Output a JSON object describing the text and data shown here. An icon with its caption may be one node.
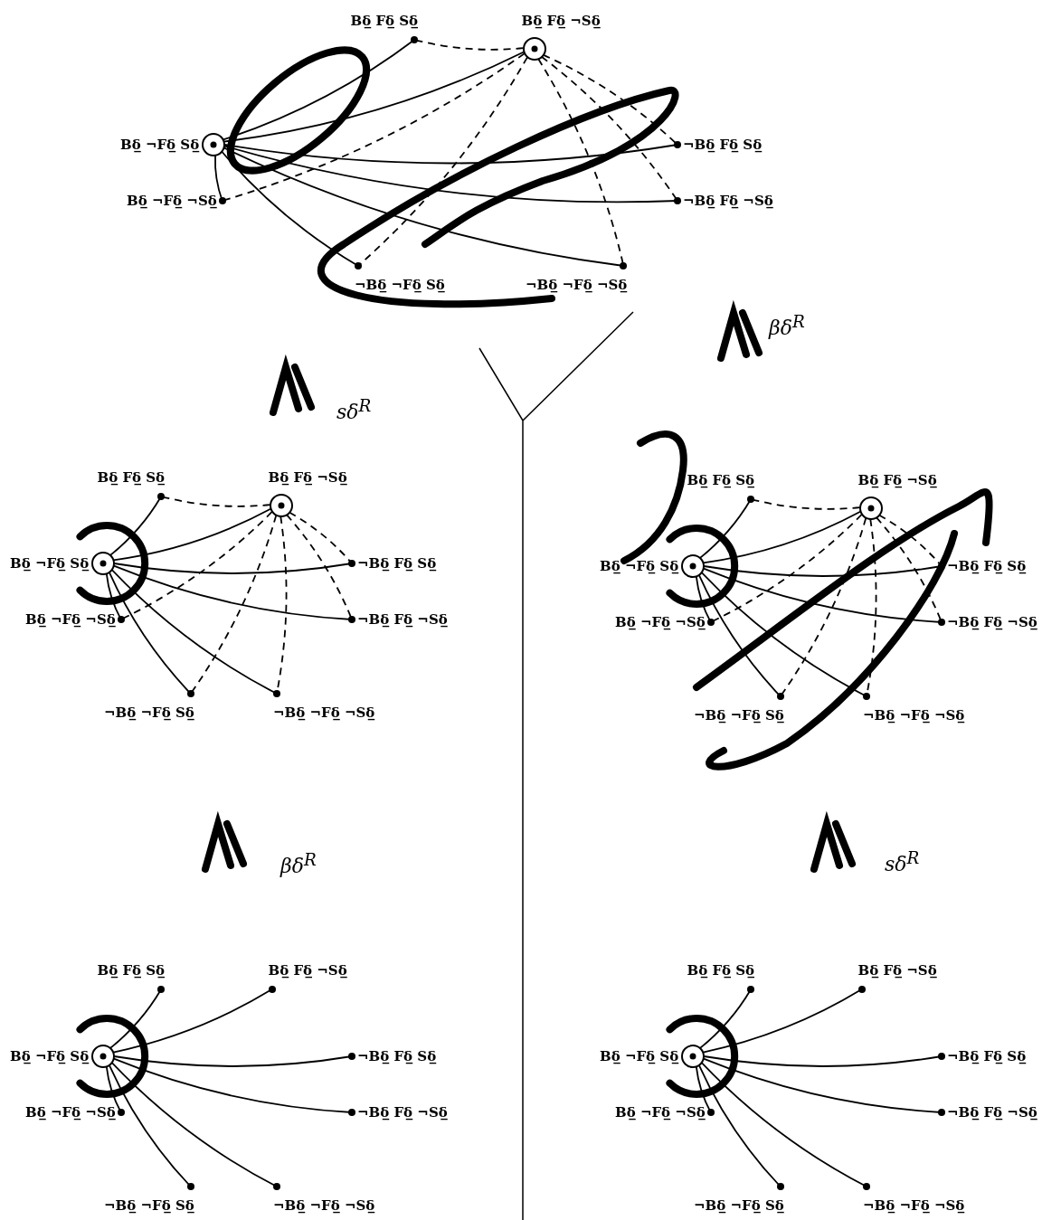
{
  "diagram": {
    "nodes": [
      {
        "text": [
          "Bδ̲ Fδ̲ Sδ̲"
        ]
      },
      {
        "text": [
          "Bδ̲ Fδ̲ ¬Sδ̲"
        ]
      },
      {
        "text": [
          "Bδ̲ ¬Fδ̲ Sδ̲"
        ]
      },
      {
        "text": [
          "¬Bδ̲ Fδ̲ Sδ̲"
        ]
      },
      {
        "text": [
          "Bδ̲ ¬Fδ̲ ¬Sδ̲"
        ]
      },
      {
        "text": [
          "¬Bδ̲ Fδ̲ ¬Sδ̲"
        ]
      },
      {
        "text": [
          "¬Bδ̲ ¬Fδ̲ Sδ̲"
        ]
      },
      {
        "text": [
          "¬Bδ̲ ¬Fδ̲ ¬Sδ̲"
        ]
      },
      {
        "text": [
          "Bδ̲ Fδ̲ Sδ̲"
        ]
      },
      {
        "text": [
          "Bδ̲ Fδ̲ ¬Sδ̲"
        ]
      },
      {
        "text": [
          "Bδ̲ ¬Fδ̲ Sδ̲"
        ]
      },
      {
        "text": [
          "¬Bδ̲ Fδ̲ Sδ̲"
        ]
      },
      {
        "text": [
          "Bδ̲ ¬Fδ̲ ¬Sδ̲"
        ]
      },
      {
        "text": [
          "¬Bδ̲ Fδ̲ ¬Sδ̲"
        ]
      },
      {
        "text": [
          "¬Bδ̲ ¬Fδ̲ Sδ̲"
        ]
      },
      {
        "text": [
          "¬Bδ̲ ¬Fδ̲ ¬Sδ̲"
        ]
      },
      {
        "text": [
          "Bδ̲ Fδ̲ Sδ̲"
        ]
      },
      {
        "text": [
          "Bδ̲ Fδ̲ ¬Sδ̲"
        ]
      },
      {
        "text": [
          "Bδ̲ ¬Fδ̲ Sδ̲"
        ]
      },
      {
        "text": [
          "¬Bδ̲ Fδ̲ Sδ̲"
        ]
      },
      {
        "text": [
          "Bδ̲ ¬Fδ̲ ¬Sδ̲"
        ]
      },
      {
        "text": [
          "¬Bδ̲ Fδ̲ ¬Sδ̲"
        ]
      },
      {
        "text": [
          "¬Bδ̲ ¬Fδ̲ Sδ̲"
        ]
      },
      {
        "text": [
          "¬Bδ̲ ¬Fδ̲ ¬Sδ̲"
        ]
      },
      {
        "text": [
          "Bδ̲ Fδ̲ Sδ̲"
        ]
      },
      {
        "text": [
          "Bδ̲ Fδ̲ ¬Sδ̲"
        ]
      },
      {
        "text": [
          "Bδ̲ ¬Fδ̲ Sδ̲"
        ]
      },
      {
        "text": [
          "¬Bδ̲ Fδ̲ Sδ̲"
        ]
      },
      {
        "text": [
          "Bδ̲ ¬Fδ̲ ¬Sδ̲"
        ]
      },
      {
        "text": [
          "¬Bδ̲ Fδ̲ ¬Sδ̲"
        ]
      },
      {
        "text": [
          "¬Bδ̲ ¬Fδ̲ Sδ̲"
        ]
      },
      {
        "text": [
          "¬Bδ̲ ¬Fδ̲ ¬Sδ̲"
        ]
      },
      {
        "text": [
          "Bδ̲ Fδ̲ Sδ̲"
        ]
      },
      {
        "text": [
          "Bδ̲ Fδ̲ ¬Sδ̲"
        ]
      },
      {
        "text": [
          "Bδ̲ ¬Fδ̲ Sδ̲"
        ]
      },
      {
        "text": [
          "¬Bδ̲ Fδ̲ Sδ̲"
        ]
      },
      {
        "text": [
          "Bδ̲ ¬Fδ̲ ¬Sδ̲"
        ]
      },
      {
        "text": [
          "¬Bδ̲ Fδ̲ ¬Sδ̲"
        ]
      },
      {
        "text": [
          "¬Bδ̲ ¬Fδ̲ Sδ̲"
        ]
      },
      {
        "text": [
          "¬Bδ̲ ¬Fδ̲ ¬Sδ̲"
        ]
      }
    ],
    "edges": [
      {
        "from": 2,
        "to": 0,
        "arrow": "none"
      },
      {
        "from": 2,
        "to": 1,
        "arrow": "none"
      },
      {
        "from": 2,
        "to": 3,
        "arrow": "none"
      },
      {
        "from": 2,
        "to": 4,
        "arrow": "none"
      },
      {
        "from": 2,
        "to": 5,
        "arrow": "none"
      },
      {
        "from": 2,
        "to": 6,
        "arrow": "none"
      },
      {
        "from": 2,
        "to": 7,
        "arrow": "none"
      },
      {
        "from": 1,
        "to": 0,
        "arrow": "none",
        "style": "dashed"
      },
      {
        "from": 1,
        "to": 3,
        "arrow": "none",
        "style": "dashed"
      },
      {
        "from": 1,
        "to": 4,
        "arrow": "none",
        "style": "dashed"
      },
      {
        "from": 1,
        "to": 5,
        "arrow": "none",
        "style": "dashed"
      },
      {
        "from": 1,
        "to": 6,
        "arrow": "none",
        "style": "dashed"
      },
      {
        "from": 1,
        "to": 7,
        "arrow": "none",
        "style": "dashed"
      },
      {
        "from": 10,
        "to": 8,
        "arrow": "none"
      },
      {
        "from": 10,
        "to": 9,
        "arrow": "none"
      },
      {
        "from": 10,
        "to": 11,
        "arrow": "none"
      },
      {
        "from": 10,
        "to": 12,
        "arrow": "none"
      },
      {
        "from": 10,
        "to": 13,
        "arrow": "none"
      },
      {
        "from": 10,
        "to": 14,
        "arrow": "none"
      },
      {
        "from": 10,
        "to": 15,
        "arrow": "none"
      },
      {
        "from": 9,
        "to": 8,
        "arrow": "none",
        "style": "dashed"
      },
      {
        "from": 9,
        "to": 11,
        "arrow": "none",
        "style": "dashed"
      },
      {
        "from": 9,
        "to": 12,
        "arrow": "none",
        "style": "dashed"
      },
      {
        "from": 9,
        "to": 13,
        "arrow": "none",
        "style": "dashed"
      },
      {
        "from": 9,
        "to": 14,
        "arrow": "none",
        "style": "dashed"
      },
      {
        "from": 9,
        "to": 15,
        "arrow": "none",
        "style": "dashed"
      },
      {
        "from": 18,
        "to": 16,
        "arrow": "none"
      },
      {
        "from": 18,
        "to": 17,
        "arrow": "none"
      },
      {
        "from": 18,
        "to": 19,
        "arrow": "none"
      },
      {
        "from": 18,
        "to": 20,
        "arrow": "none"
      },
      {
        "from": 18,
        "to": 21,
        "arrow": "none"
      },
      {
        "from": 18,
        "to": 22,
        "arrow": "none"
      },
      {
        "from": 18,
        "to": 23,
        "arrow": "none"
      },
      {
        "from": 17,
        "to": 16,
        "arrow": "none",
        "style": "dashed"
      },
      {
        "from": 17,
        "to": 19,
        "arrow": "none",
        "style": "dashed"
      },
      {
        "from": 17,
        "to": 20,
        "arrow": "none",
        "style": "dashed"
      },
      {
        "from": 17,
        "to": 21,
        "arrow": "none",
        "style": "dashed"
      },
      {
        "from": 17,
        "to": 22,
        "arrow": "none",
        "style": "dashed"
      },
      {
        "from": 17,
        "to": 23,
        "arrow": "none",
        "style": "dashed"
      },
      {
        "from": 26,
        "to": 24,
        "arrow": "none"
      },
      {
        "from": 26,
        "to": 25,
        "arrow": "none"
      },
      {
        "from": 26,
        "to": 27,
        "arrow": "none"
      },
      {
        "from": 26,
        "to": 28,
        "arrow": "none"
      },
      {
        "from": 26,
        "to": 29,
        "arrow": "none"
      },
      {
        "from": 26,
        "to": 30,
        "arrow": "none"
      },
      {
        "from": 26,
        "to": 31,
        "arrow": "none"
      },
      {
        "from": 34,
        "to": 32,
        "arrow": "none"
      },
      {
        "from": 34,
        "to": 33,
        "arrow": "none"
      },
      {
        "from": 34,
        "to": 35,
        "arrow": "none"
      },
      {
        "from": 34,
        "to": 36,
        "arrow": "none"
      },
      {
        "from": 34,
        "to": 37,
        "arrow": "none"
      },
      {
        "from": 34,
        "to": 38,
        "arrow": "none"
      },
      {
        "from": 34,
        "to": 39,
        "arrow": "none"
      }
    ],
    "labels": [
      "βδ$^{R}$",
      "sδ$^{R}$",
      "βδ$^{R}$",
      "sδ$^{R}$"
    ]
  }
}
